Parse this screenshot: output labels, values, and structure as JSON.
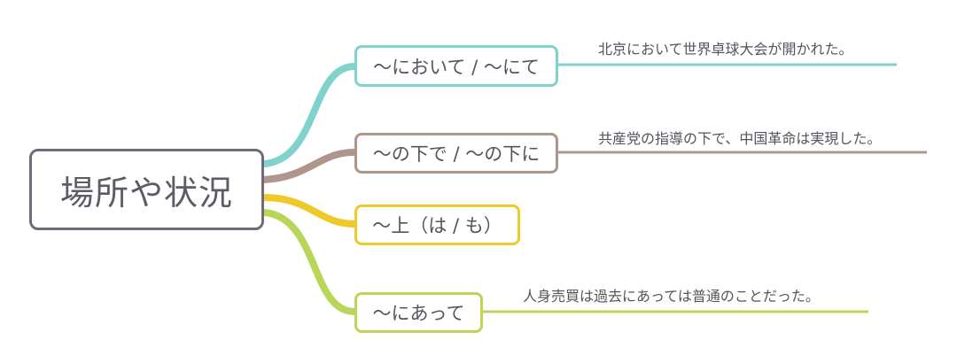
{
  "mindmap": {
    "root": {
      "label": "場所や状況"
    },
    "branches": [
      {
        "label": "～において / ～にて",
        "example": "北京において世界卓球大会が開かれた。",
        "color": "#7fd3cc"
      },
      {
        "label": "～の下で / ～の下に",
        "example": "共産党の指導の下で、中国革命は実現した。",
        "color": "#b0958d"
      },
      {
        "label": "～上（は / も）",
        "example": "",
        "color": "#efc82a"
      },
      {
        "label": "～にあって",
        "example": "人身売買は過去にあっては普通のことだった。",
        "color": "#b9d65b"
      }
    ]
  }
}
